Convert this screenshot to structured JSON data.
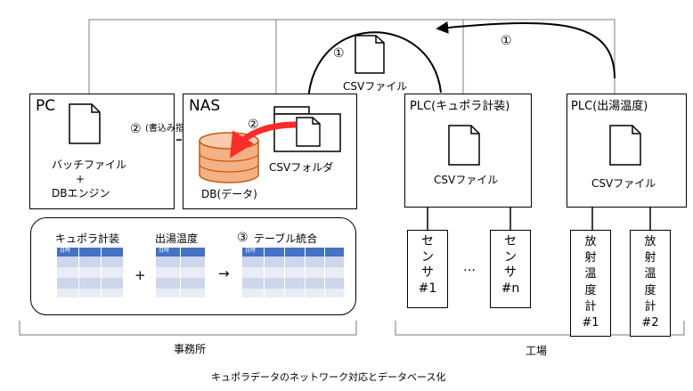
{
  "pc": {
    "title": "PC",
    "batch_file": "バッチファイル",
    "plus": "+",
    "db_engine": "DBエンジン"
  },
  "write_instruction": {
    "num": "②",
    "label": "(書込み指示)"
  },
  "nas": {
    "title": "NAS",
    "step_num": "②",
    "csv_folder": "CSVフォルダ",
    "db_label": "DB(データ)"
  },
  "top_transfer": {
    "step_num_left": "①",
    "step_num_right": "①",
    "csv_file": "CSVファイル"
  },
  "plc_cupola": {
    "title": "PLC(キュポラ計装)",
    "csv_file": "CSVファイル",
    "sensor_1": [
      "セ",
      "ン",
      "サ",
      "#1"
    ],
    "ellipsis": "…",
    "sensor_n": [
      "セ",
      "ン",
      "サ",
      "#n"
    ]
  },
  "plc_tapping": {
    "title": "PLC(出湯温度)",
    "csv_file": "CSVファイル",
    "thermo_1": [
      "放",
      "射",
      "温",
      "度",
      "計",
      "#1"
    ],
    "thermo_2": [
      "放",
      "射",
      "温",
      "度",
      "計",
      "#2"
    ]
  },
  "integration": {
    "cupola_label": "キュポラ計装",
    "tapping_label": "出湯温度",
    "step_num": "③",
    "result_label": "テーブル統合",
    "plus": "+",
    "arrow": "→",
    "header_cell": "日時"
  },
  "zones": {
    "office": "事務所",
    "factory": "工場"
  },
  "caption": "キュポラデータのネットワーク対応とデータベース化",
  "colors": {
    "table_header": "#4472c4",
    "table_row_a": "#cdd6ea",
    "table_row_b": "#e8ecf5",
    "db_fill": "#f4b183",
    "db_stroke": "#c55a11",
    "red_arrow": "#ff2a2a"
  }
}
